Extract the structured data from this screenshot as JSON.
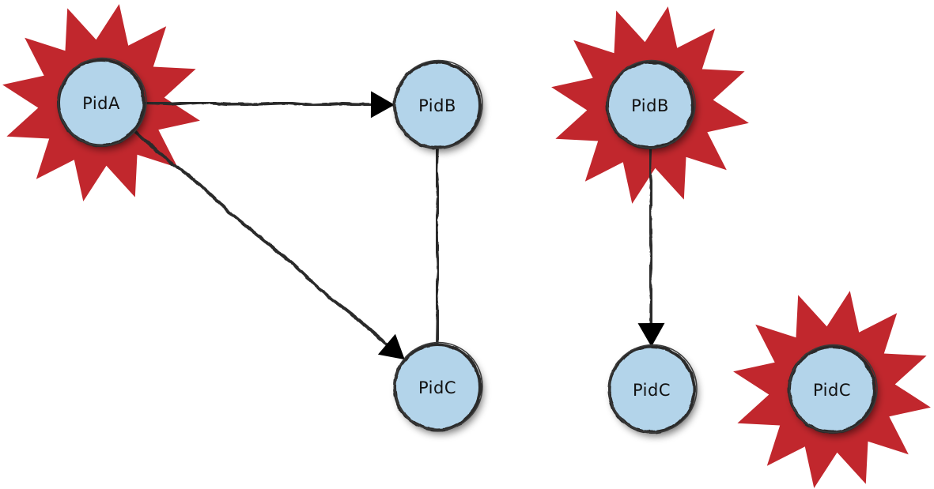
{
  "diagram": {
    "type": "process-link-graph",
    "colors": {
      "node_fill": "#b3d4ea",
      "node_border": "#2b2b2b",
      "star_fill": "#c1272d",
      "edge": "#2b2b2b",
      "arrowhead": "#000000",
      "background": "#ffffff"
    },
    "groups": [
      {
        "id": "group-1",
        "nodes": [
          {
            "id": "g1-pida",
            "label": "PidA",
            "crashed": true
          },
          {
            "id": "g1-pidb",
            "label": "PidB",
            "crashed": false
          },
          {
            "id": "g1-pidc",
            "label": "PidC",
            "crashed": false
          }
        ],
        "edges": [
          {
            "from": "g1-pida",
            "to": "g1-pidb",
            "directed": true
          },
          {
            "from": "g1-pida",
            "to": "g1-pidc",
            "directed": true
          },
          {
            "from": "g1-pidb",
            "to": "g1-pidc",
            "directed": false
          }
        ]
      },
      {
        "id": "group-2",
        "nodes": [
          {
            "id": "g2-pidb",
            "label": "PidB",
            "crashed": true
          },
          {
            "id": "g2-pidc",
            "label": "PidC",
            "crashed": false
          }
        ],
        "edges": [
          {
            "from": "g2-pidb",
            "to": "g2-pidc",
            "directed": true
          }
        ]
      },
      {
        "id": "group-3",
        "nodes": [
          {
            "id": "g3-pidc",
            "label": "PidC",
            "crashed": true
          }
        ],
        "edges": []
      }
    ]
  }
}
